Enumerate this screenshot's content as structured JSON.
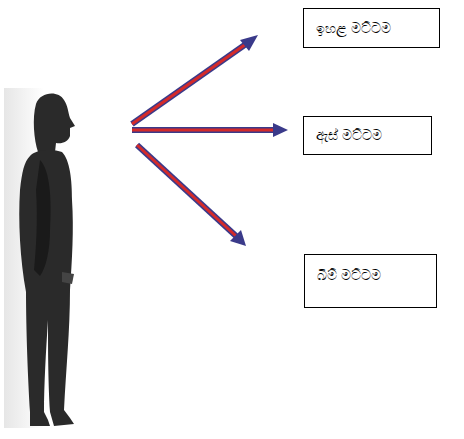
{
  "diagram": {
    "nodes": [
      {
        "text": [
          "ඉහළ මට්ටම"
        ]
      },
      {
        "text": [
          "ඇස් මට්ටම"
        ]
      },
      {
        "text": [
          "බිම් මට්ටම"
        ]
      }
    ]
  }
}
